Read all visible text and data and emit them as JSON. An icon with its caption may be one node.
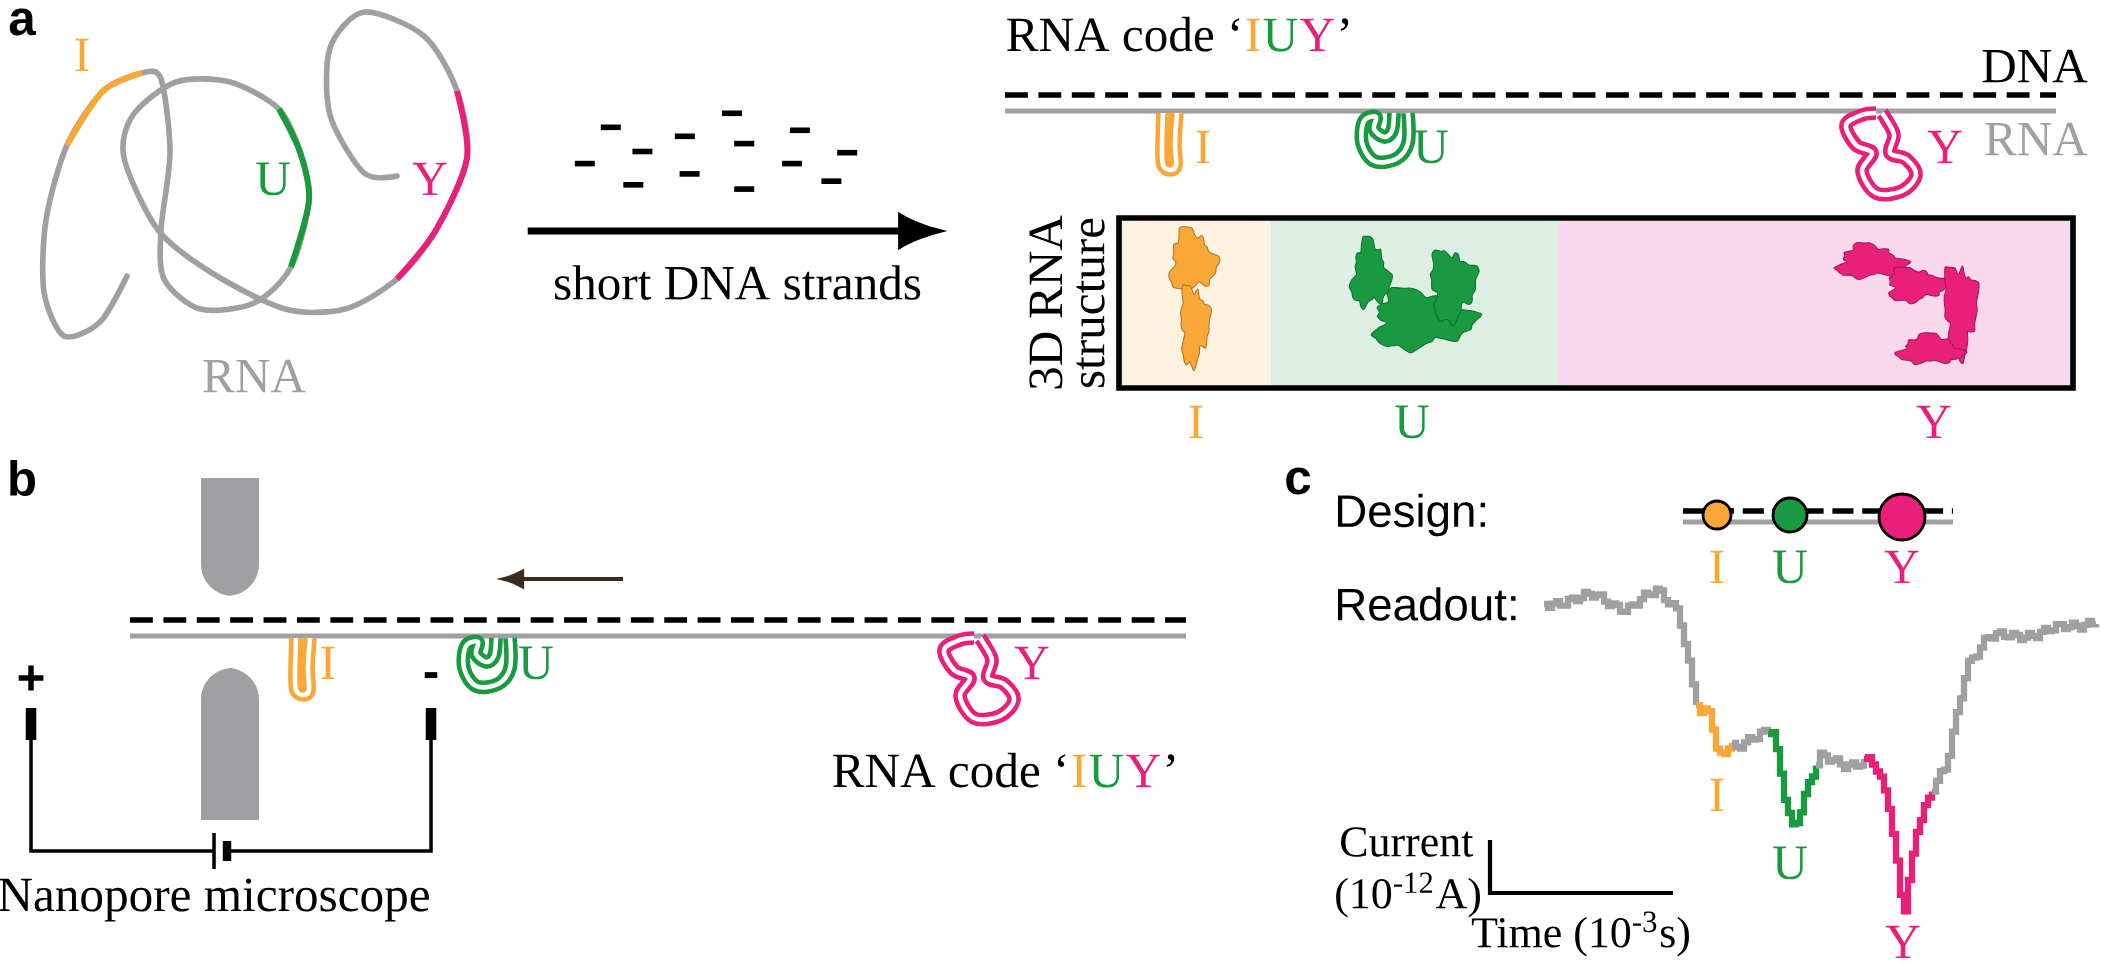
{
  "diagram": {
    "nodes": [
      {
        "text": [],
        "shape": "picture"
      },
      {
        "text": [],
        "shape": "picture"
      },
      {
        "text": [
          "3D RNA structure"
        ]
      }
    ],
    "edges": [
      {
        "from": 0,
        "to": 1,
        "arrow": "to",
        "label": "short DNA strands"
      }
    ],
    "labels": [
      "a",
      "I",
      "U",
      "Y",
      "RNA",
      "RNA code ‘",
      "I",
      "U",
      "Y",
      "’",
      "DNA",
      "I",
      "U",
      "Y",
      "RNA",
      "I",
      "U",
      "Y",
      "b",
      "+",
      "-",
      "I",
      "U",
      "Y",
      "RNA code ‘",
      "I",
      "U",
      "Y",
      "’",
      "Nanopore microscope",
      "c",
      "Design:",
      "I",
      "U",
      "Y",
      "Readout:",
      "I",
      "U",
      "Y",
      "Current",
      "(10$^{-12}$A)",
      "Time (10$^{-3}$s)"
    ]
  }
}
